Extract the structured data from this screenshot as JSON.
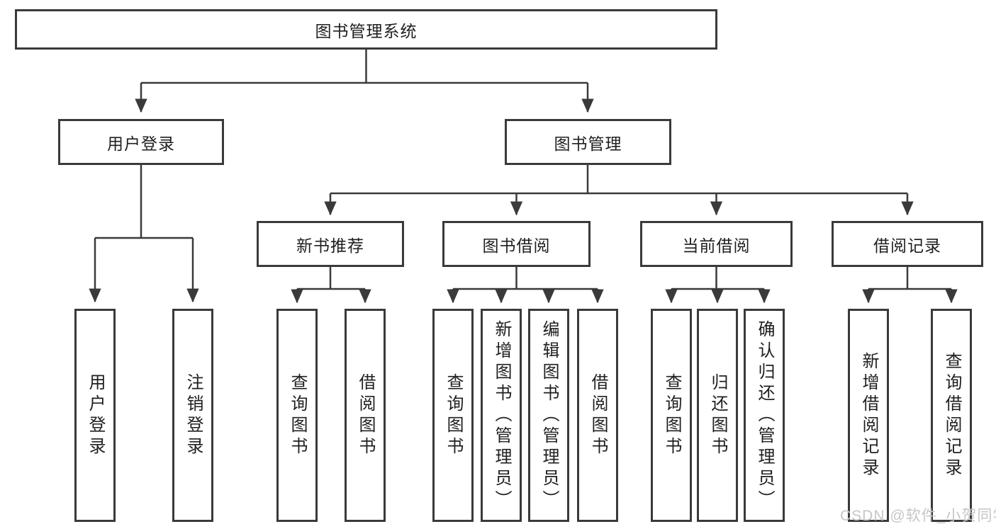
{
  "root": {
    "label": "图书管理系统"
  },
  "level2": {
    "user_login": {
      "label": "用户登录"
    },
    "book_mgmt": {
      "label": "图书管理"
    }
  },
  "level3": {
    "new_books": {
      "label": "新书推荐"
    },
    "borrow": {
      "label": "图书借阅"
    },
    "current": {
      "label": "当前借阅"
    },
    "records": {
      "label": "借阅记录"
    }
  },
  "leaves": {
    "user_login": [
      "用户登录",
      "注销登录"
    ],
    "new_books": [
      "查询图书",
      "借阅图书"
    ],
    "borrow": [
      "查询图书",
      "新增图书（管理员）",
      "编辑图书（管理员）",
      "借阅图书"
    ],
    "current": [
      "查询图书",
      "归还图书",
      "确认归还（管理员）"
    ],
    "records": [
      "新增借阅记录",
      "查询借阅记录"
    ]
  },
  "watermark": "CSDN @软件_小贺同学",
  "colors": {
    "line": "#3a3a3a",
    "text": "#1f1f1f",
    "watermark": "#c6c6c6",
    "background": "#ffffff"
  }
}
